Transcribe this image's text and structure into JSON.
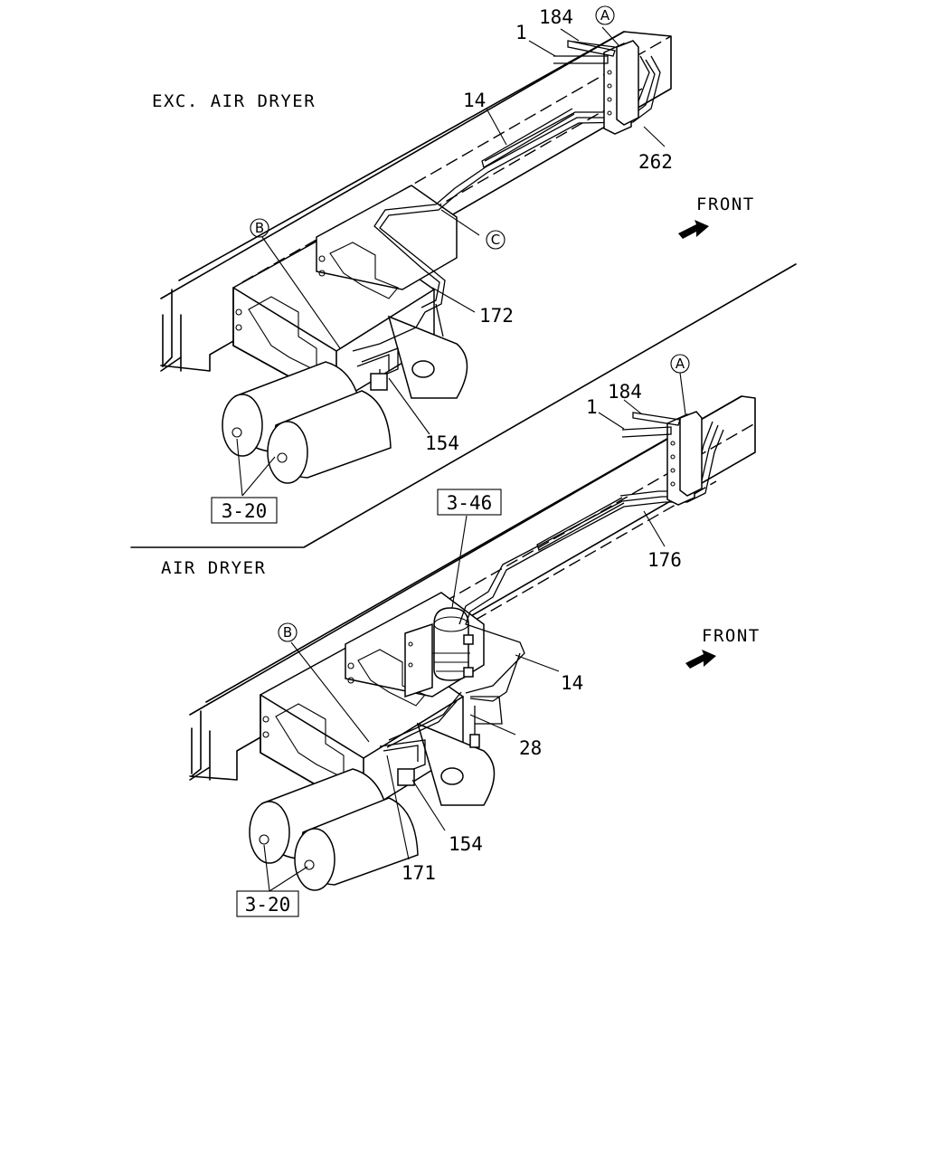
{
  "sections": {
    "top": {
      "caption": "EXC. AIR DRYER",
      "front_label": "FRONT",
      "refs": {
        "a": "A",
        "b": "B",
        "c": "C"
      },
      "parts": [
        "184",
        "1",
        "14",
        "262",
        "172",
        "154"
      ],
      "boxed_ref": "3-20"
    },
    "bottom": {
      "caption": "AIR DRYER",
      "front_label": "FRONT",
      "refs": {
        "a": "A",
        "b": "B"
      },
      "parts": [
        "184",
        "1",
        "176",
        "14",
        "28",
        "154",
        "171"
      ],
      "boxed_refs": [
        "3-46",
        "3-20"
      ]
    }
  }
}
